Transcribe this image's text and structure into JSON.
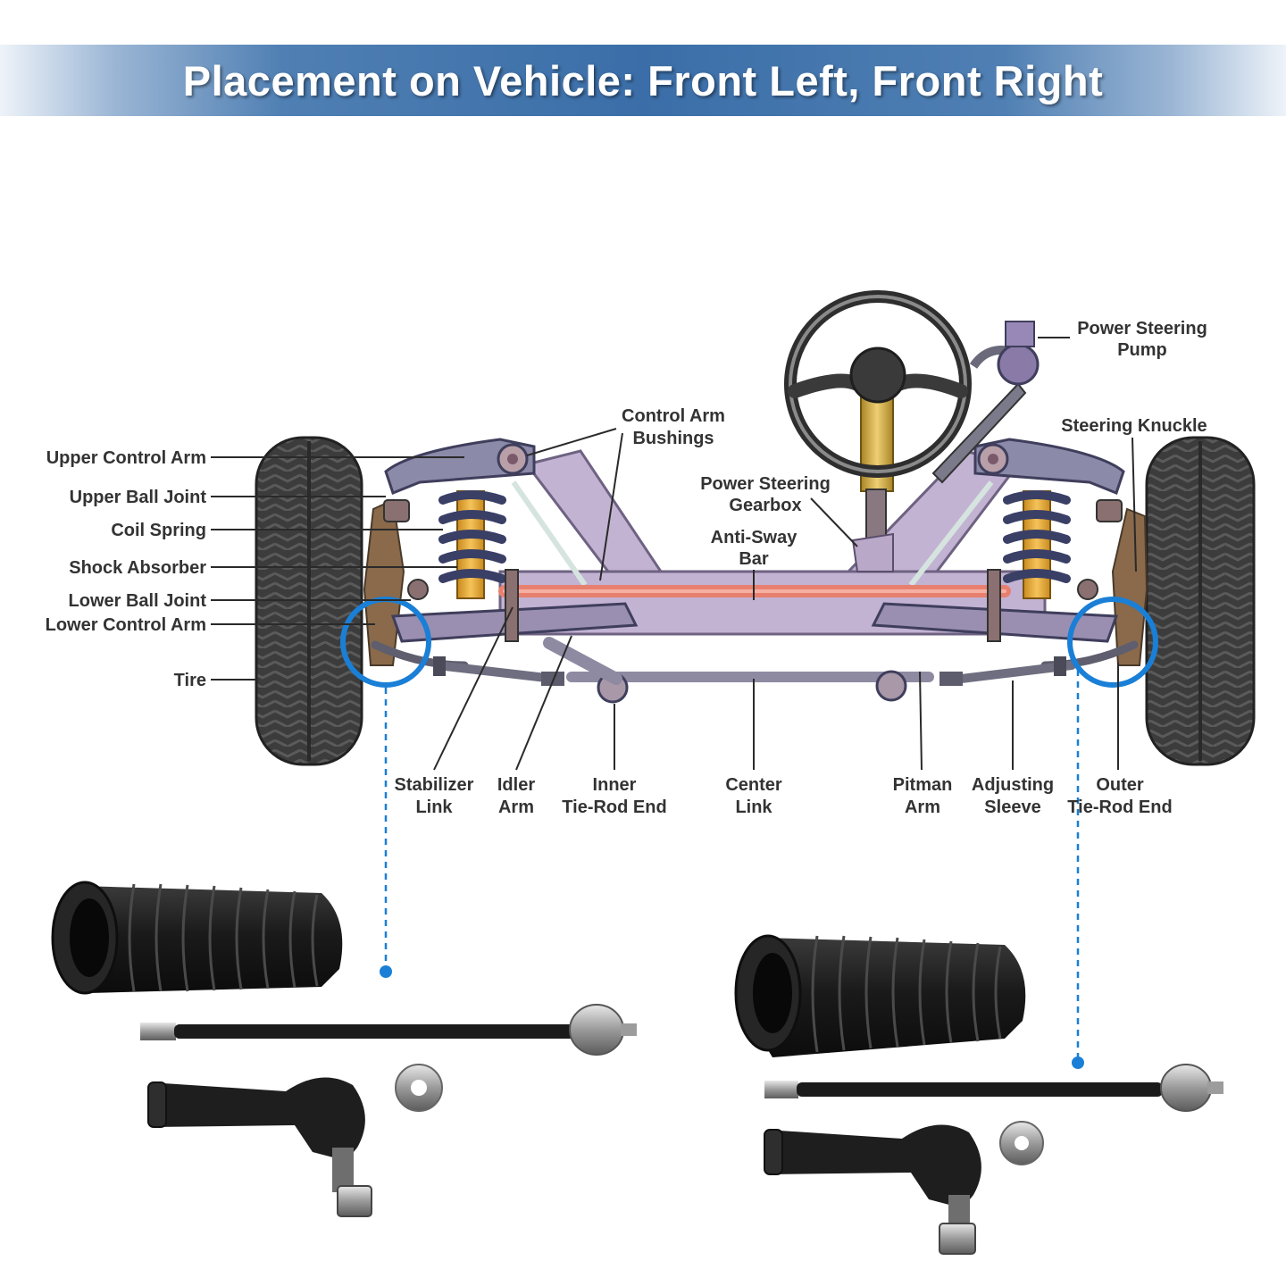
{
  "banner": {
    "title": "Placement on Vehicle: Front Left, Front Right"
  },
  "colors": {
    "banner_blue": "#3b6ea8",
    "frame": "#c3b3d3",
    "control_arm": "#8b8aa8",
    "anti_sway_bar": "#e8806f",
    "spring": "#3a3f66",
    "shock": "#f0b23c",
    "steering_column": "#d9b24a",
    "highlight_ring": "#1a7fd6",
    "label_text": "#333333",
    "rubber": "#1c1c1c"
  },
  "labels": {
    "left": {
      "upper_control_arm": "Upper Control Arm",
      "upper_ball_joint": "Upper Ball Joint",
      "coil_spring": "Coil Spring",
      "shock_absorber": "Shock Absorber",
      "lower_ball_joint": "Lower Ball Joint",
      "lower_control_arm": "Lower Control Arm",
      "tire": "Tire"
    },
    "top": {
      "control_arm_bushings_1": "Control Arm",
      "control_arm_bushings_2": "Bushings",
      "power_steering_gearbox_1": "Power Steering",
      "power_steering_gearbox_2": "Gearbox",
      "anti_sway_bar_1": "Anti-Sway",
      "anti_sway_bar_2": "Bar",
      "power_steering_pump_1": "Power Steering",
      "power_steering_pump_2": "Pump",
      "steering_knuckle": "Steering Knuckle"
    },
    "bottom": {
      "stabilizer_link_1": "Stabilizer",
      "stabilizer_link_2": "Link",
      "idler_arm_1": "Idler",
      "idler_arm_2": "Arm",
      "inner_tie_rod_end_1": "Inner",
      "inner_tie_rod_end_2": "Tie-Rod End",
      "center_link_1": "Center",
      "center_link_2": "Link",
      "pitman_arm_1": "Pitman",
      "pitman_arm_2": "Arm",
      "adjusting_sleeve_1": "Adjusting",
      "adjusting_sleeve_2": "Sleeve",
      "outer_tie_rod_end_1": "Outer",
      "outer_tie_rod_end_2": "Tie-Rod End"
    }
  },
  "icons": {
    "steering_wheel": "steering-wheel-icon",
    "tire": "tire-icon",
    "boot": "bellows-boot-icon",
    "tie_rod": "tie-rod-icon",
    "tie_rod_end": "tie-rod-end-icon",
    "washer": "lock-washer-icon"
  }
}
